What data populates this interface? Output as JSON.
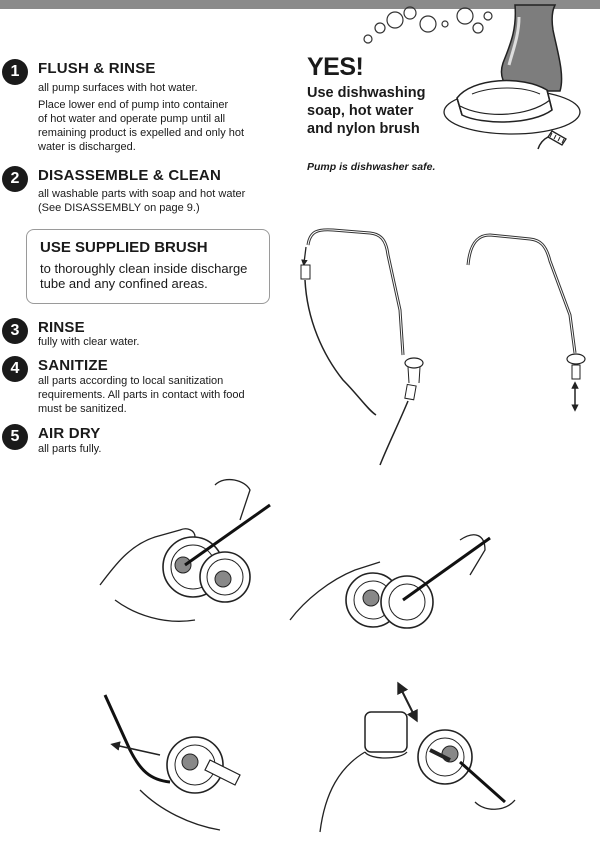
{
  "steps": [
    {
      "num": "1",
      "title": "FLUSH & RINSE",
      "lines": [
        "all pump surfaces with hot water."
      ],
      "para": [
        "Place lower end of pump into container",
        "of hot water and operate pump until all",
        "remaining product is expelled and only hot",
        "water is discharged."
      ]
    },
    {
      "num": "2",
      "title": "DISASSEMBLE & CLEAN",
      "lines": [
        "all washable parts with soap and hot water",
        "(See DISASSEMBLY on page 9.)"
      ]
    },
    {
      "num": "3",
      "title": "RINSE",
      "lines": [
        "fully with clear water."
      ]
    },
    {
      "num": "4",
      "title": "SANITIZE",
      "lines": [
        "all parts according to local sanitization",
        "requirements. All parts in contact with food",
        "must be sanitized."
      ]
    },
    {
      "num": "5",
      "title": "AIR DRY",
      "lines": [
        "all parts fully."
      ]
    }
  ],
  "brush_box": {
    "title": "USE SUPPLIED BRUSH",
    "text": "to thoroughly clean inside discharge tube and any confined areas."
  },
  "yes_panel": {
    "heading": "YES!",
    "lines": [
      "Use dishwashing",
      "soap, hot water",
      "and nylon brush"
    ],
    "note": "Pump is dishwasher safe."
  },
  "colors": {
    "top_bar": "#8a8a8a",
    "badge": "#1a1a1a",
    "box_border": "#9a9a9a"
  },
  "icons": [
    "soap-bottle-icon",
    "sponge-icon",
    "brush-icon",
    "bubbles-icon"
  ]
}
